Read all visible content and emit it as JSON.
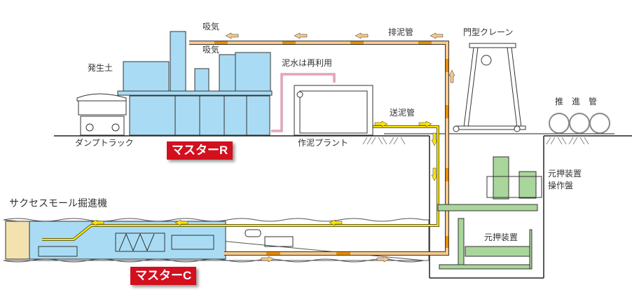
{
  "labels": {
    "intake_air_1": "吸気",
    "intake_air_2": "吸気",
    "excavated_soil": "発生土",
    "dump_truck": "ダンプトラック",
    "master_r": "マスターR",
    "slurry_reuse": "泥水は再利用",
    "discharge_pipe": "排泥管",
    "gantry_crane": "門型クレーン",
    "supply_pipe": "送泥管",
    "mud_plant": "作泥プラント",
    "jacking_pipes": "推　進　管",
    "main_jack_panel_1": "元押装置",
    "main_jack_panel_2": "操作盤",
    "tunnel_machine": "サクセスモール掘進機",
    "main_jack": "元押装置",
    "master_c": "マスターC"
  },
  "colors": {
    "equipment_blue": "#a9dcf4",
    "discharge_pipe": "#f6c98a",
    "discharge_segment": "#e88c00",
    "supply_pipe": "#ffe600",
    "reuse_pipe": "#f2b8c8",
    "jack_green": "#a9d69a",
    "badge_red": "#d2101e"
  }
}
